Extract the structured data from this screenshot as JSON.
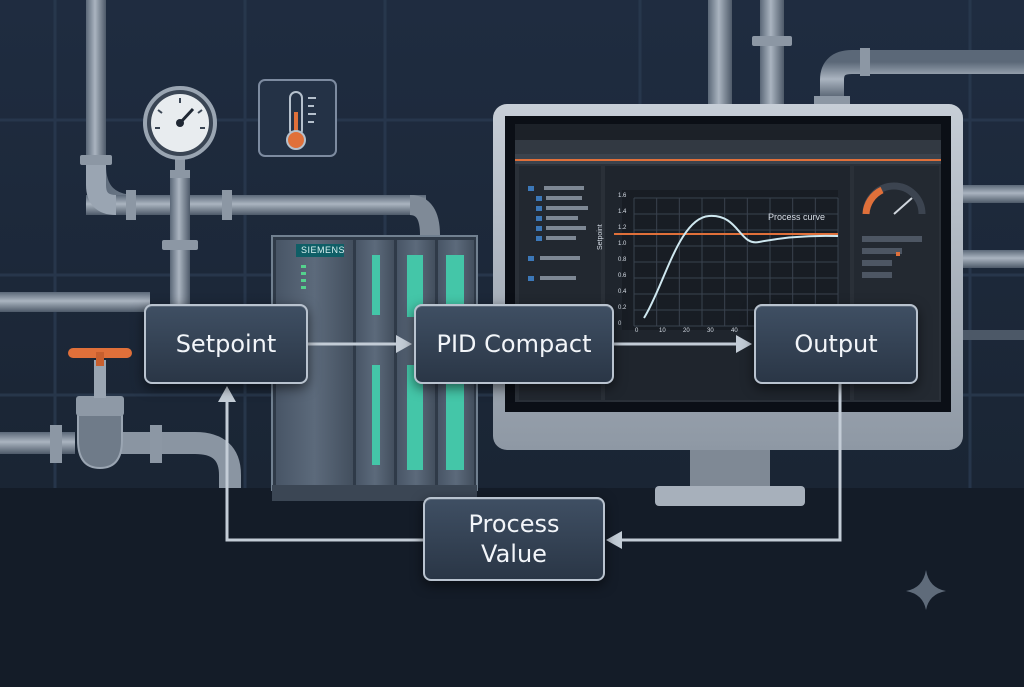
{
  "diagram": {
    "boxes": {
      "setpoint": "Setpoint",
      "pid": "PID Compact",
      "output": "Output",
      "process_value": "Process\nValue"
    },
    "plc_brand": "SIEMENS",
    "chart_annotation": "Process curve",
    "chart_ylabel": "Setpoint",
    "chart_yticks": [
      "1.6",
      "1.4",
      "1.2",
      "1.0",
      "0.8",
      "0.6",
      "0.4",
      "0.2",
      "0"
    ],
    "chart_xticks": [
      "0",
      "10",
      "20",
      "30",
      "40"
    ],
    "colors": {
      "background": "#1a2536",
      "box_border": "#b9c3cf",
      "setpoint_line": "#e0703a",
      "curve": "#cfe8f0",
      "accent_orange": "#e0703a"
    },
    "icons": [
      "pressure-gauge-icon",
      "thermometer-icon",
      "valve-icon",
      "sparkle-icon"
    ]
  }
}
